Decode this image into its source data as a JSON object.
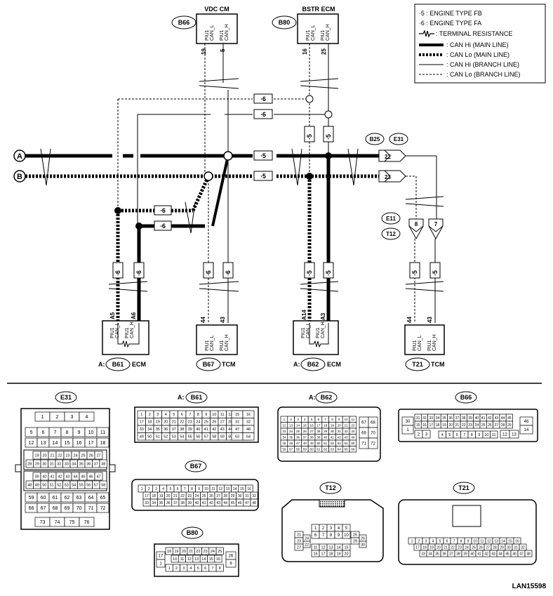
{
  "diagram_id": "LAN15598",
  "legend": {
    "fb": "⋅5 : ENGINE TYPE FB",
    "fa": "⋅6 : ENGINE TYPE FA",
    "term": ": TERMINAL RESISTANCE",
    "can_hi_main": ": CAN Hi (MAIN LINE)",
    "can_lo_main": ": CAN Lo (MAIN LINE)",
    "can_hi_branch": ": CAN Hi (BRANCH LINE)",
    "can_lo_branch": ": CAN Lo (BRANCH LINE)"
  },
  "marks": {
    "s5": "⋅5",
    "s6": "⋅6"
  },
  "buses": {
    "a": "A",
    "b": "B"
  },
  "modules": {
    "vdc": {
      "name": "VDC CM",
      "conn": "B66",
      "pin_lo": "19",
      "pin_hi": "5",
      "l1": "PIU1",
      "l2lo": "CAN_L",
      "l2hi": "CAN_H"
    },
    "bstr": {
      "name": "BSTR ECM",
      "conn": "B80",
      "pin_lo": "16",
      "pin_hi": "25"
    },
    "ecm61": {
      "prefix": "A:",
      "conn": "B61",
      "name": "ECM",
      "pin_lo": "A5",
      "pin_hi": "A6"
    },
    "tcm67": {
      "conn": "B67",
      "name": "TCM",
      "pin_lo": "44",
      "pin_hi": "43"
    },
    "ecm62": {
      "prefix": "A:",
      "conn": "B62",
      "name": "ECM",
      "pin_lo": "A14",
      "pin_hi": "A3"
    },
    "tcm21": {
      "conn": "T21",
      "name": "TCM",
      "pin_lo": "44",
      "pin_hi": "43"
    }
  },
  "joint": {
    "b25": "B25",
    "e31": "E31",
    "p22": "22",
    "p23": "23",
    "e11": "E11",
    "t12": "T12",
    "p8": "8",
    "p7": "7"
  },
  "connectors": {
    "e31": "E31",
    "b61": "B61",
    "b62": "B62",
    "b66": "B66",
    "b67": "B67",
    "t12": "T12",
    "t21": "T21",
    "b80": "B80",
    "a_prefix": "A:"
  },
  "e31_rows": [
    [
      "1",
      "2",
      "3",
      "4"
    ],
    [
      "5",
      "6",
      "7",
      "8",
      "9",
      "10",
      "11"
    ],
    [
      "12",
      "13",
      "14",
      "15",
      "16",
      "17",
      "18"
    ],
    [
      "19",
      "20",
      "21",
      "22",
      "23",
      "24",
      "25",
      "26",
      "27"
    ],
    [
      "28",
      "29",
      "30",
      "31",
      "32",
      "33",
      "34",
      "35",
      "36",
      "37",
      "38"
    ],
    [
      "39",
      "40",
      "41",
      "42",
      "43",
      "44",
      "45",
      "46",
      "47"
    ],
    [
      "48",
      "49",
      "50",
      "51",
      "52",
      "53",
      "54",
      "55",
      "56",
      "57",
      "58"
    ],
    [
      "59",
      "60",
      "61",
      "62",
      "63",
      "64",
      "65"
    ],
    [
      "66",
      "67",
      "68",
      "69",
      "70",
      "71",
      "72"
    ],
    [
      "73",
      "74",
      "75",
      "76"
    ]
  ],
  "b61_rows": [
    [
      "1",
      "2",
      "3",
      "4",
      "5",
      "6",
      "7",
      "8",
      "9",
      "10",
      "11",
      "12",
      "13",
      "14"
    ],
    [
      "17",
      "18",
      "19",
      "20",
      "21",
      "22",
      "23",
      "24",
      "25",
      "26",
      "27",
      "28",
      "29",
      "30"
    ],
    [
      "33",
      "34",
      "35",
      "36",
      "37",
      "38",
      "39",
      "40",
      "41",
      "42",
      "43",
      "44",
      "45",
      "46"
    ],
    [
      "49",
      "50",
      "51",
      "52",
      "53",
      "54",
      "55",
      "56",
      "57",
      "58",
      "59",
      "60",
      "61",
      "62"
    ]
  ],
  "b61_side": [
    [
      "15",
      "16"
    ],
    [
      "31",
      "32"
    ],
    [
      "47",
      "48"
    ],
    [
      "63",
      "64"
    ]
  ],
  "b62_rows": [
    [
      "1",
      "2",
      "3",
      "4",
      "5",
      "6",
      "7",
      "8",
      "9",
      "10",
      "11"
    ],
    [
      "12",
      "13",
      "14",
      "15",
      "16",
      "17",
      "18",
      "19",
      "20",
      "21",
      "22"
    ],
    [
      "23",
      "24",
      "25",
      "26",
      "27",
      "28",
      "29",
      "30",
      "31",
      "32",
      "33"
    ],
    [
      "34",
      "35",
      "36",
      "37",
      "38",
      "39",
      "40",
      "41",
      "42",
      "43",
      "44"
    ],
    [
      "45",
      "46",
      "47",
      "48",
      "49",
      "50",
      "51",
      "52",
      "53",
      "54",
      "55"
    ],
    [
      "56",
      "57",
      "58",
      "59",
      "60",
      "61",
      "62",
      "63",
      "64",
      "65",
      "66"
    ]
  ],
  "b62_side": [
    [
      "67",
      "68"
    ],
    [
      "69",
      "70"
    ],
    [
      "71",
      "72"
    ]
  ],
  "b66_rows": [
    [
      "31",
      "32",
      "33",
      "34",
      "35",
      "36",
      "37",
      "38",
      "39",
      "40",
      "41",
      "42",
      "43",
      "44",
      "45"
    ],
    [
      "15",
      "16",
      "17",
      "18",
      "19",
      "20",
      "21",
      "22",
      "23",
      "24",
      "25",
      "26",
      "27",
      "28",
      "29"
    ]
  ],
  "b66_left": [
    "30",
    "1"
  ],
  "b66_right": [
    "46",
    "14"
  ],
  "b66_bottom": [
    "2",
    "3",
    "4",
    "5",
    "6",
    "7",
    "8",
    "9",
    "10",
    "11",
    "12",
    "13"
  ],
  "b67_rows": [
    [
      "1",
      "2",
      "3",
      "4",
      "5",
      "6",
      "7",
      "8",
      "9",
      "10",
      "11",
      "12",
      "13",
      "14",
      "15",
      "16"
    ],
    [
      "17",
      "18",
      "19",
      "20",
      "21",
      "22",
      "23",
      "24",
      "25",
      "26",
      "27",
      "28",
      "29",
      "30",
      "31",
      "32"
    ],
    [
      "33",
      "34",
      "35",
      "36",
      "37",
      "38",
      "39",
      "40",
      "41",
      "42",
      "43",
      "44",
      "45",
      "46",
      "47",
      "48"
    ]
  ],
  "t12": {
    "top": [
      "1",
      "2",
      "3",
      "4",
      "5"
    ],
    "mid": [
      "6",
      "7",
      "8",
      "9",
      "10"
    ],
    "left": [
      "21",
      "22",
      "23",
      "27"
    ],
    "left2": [
      "24",
      "28"
    ],
    "right": [
      "25",
      "29"
    ],
    "right2": [
      "26",
      "30"
    ],
    "bot1": [
      "11",
      "12",
      "13",
      "14",
      "15"
    ],
    "bot2": [
      "16",
      "17",
      "18",
      "19",
      "20"
    ]
  },
  "t21_rows": [
    [
      "1",
      "2",
      "3",
      "4",
      "5",
      "6",
      "7",
      "8",
      "9",
      "10",
      "11",
      "12",
      "13",
      "14",
      "15",
      "16"
    ],
    [
      "17",
      "18",
      "19",
      "20",
      "21",
      "22",
      "23",
      "24",
      "25",
      "26",
      "27",
      "28",
      "29",
      "30",
      "31",
      "32"
    ],
    [
      "33",
      "34",
      "35",
      "36",
      "37",
      "38",
      "39",
      "40",
      "41",
      "42",
      "43",
      "44",
      "45",
      "46",
      "47",
      "48"
    ]
  ],
  "b80": {
    "top": [
      "18",
      "19",
      "20",
      "21",
      "22",
      "23",
      "24",
      "25"
    ],
    "mid": [
      "10",
      "11",
      "12",
      "13",
      "14",
      "15",
      "16"
    ],
    "bot": [
      "1",
      "2",
      "3",
      "4",
      "5",
      "6",
      "7",
      "8"
    ],
    "left": [
      "17",
      "1"
    ],
    "right": [
      "26",
      "9"
    ]
  }
}
